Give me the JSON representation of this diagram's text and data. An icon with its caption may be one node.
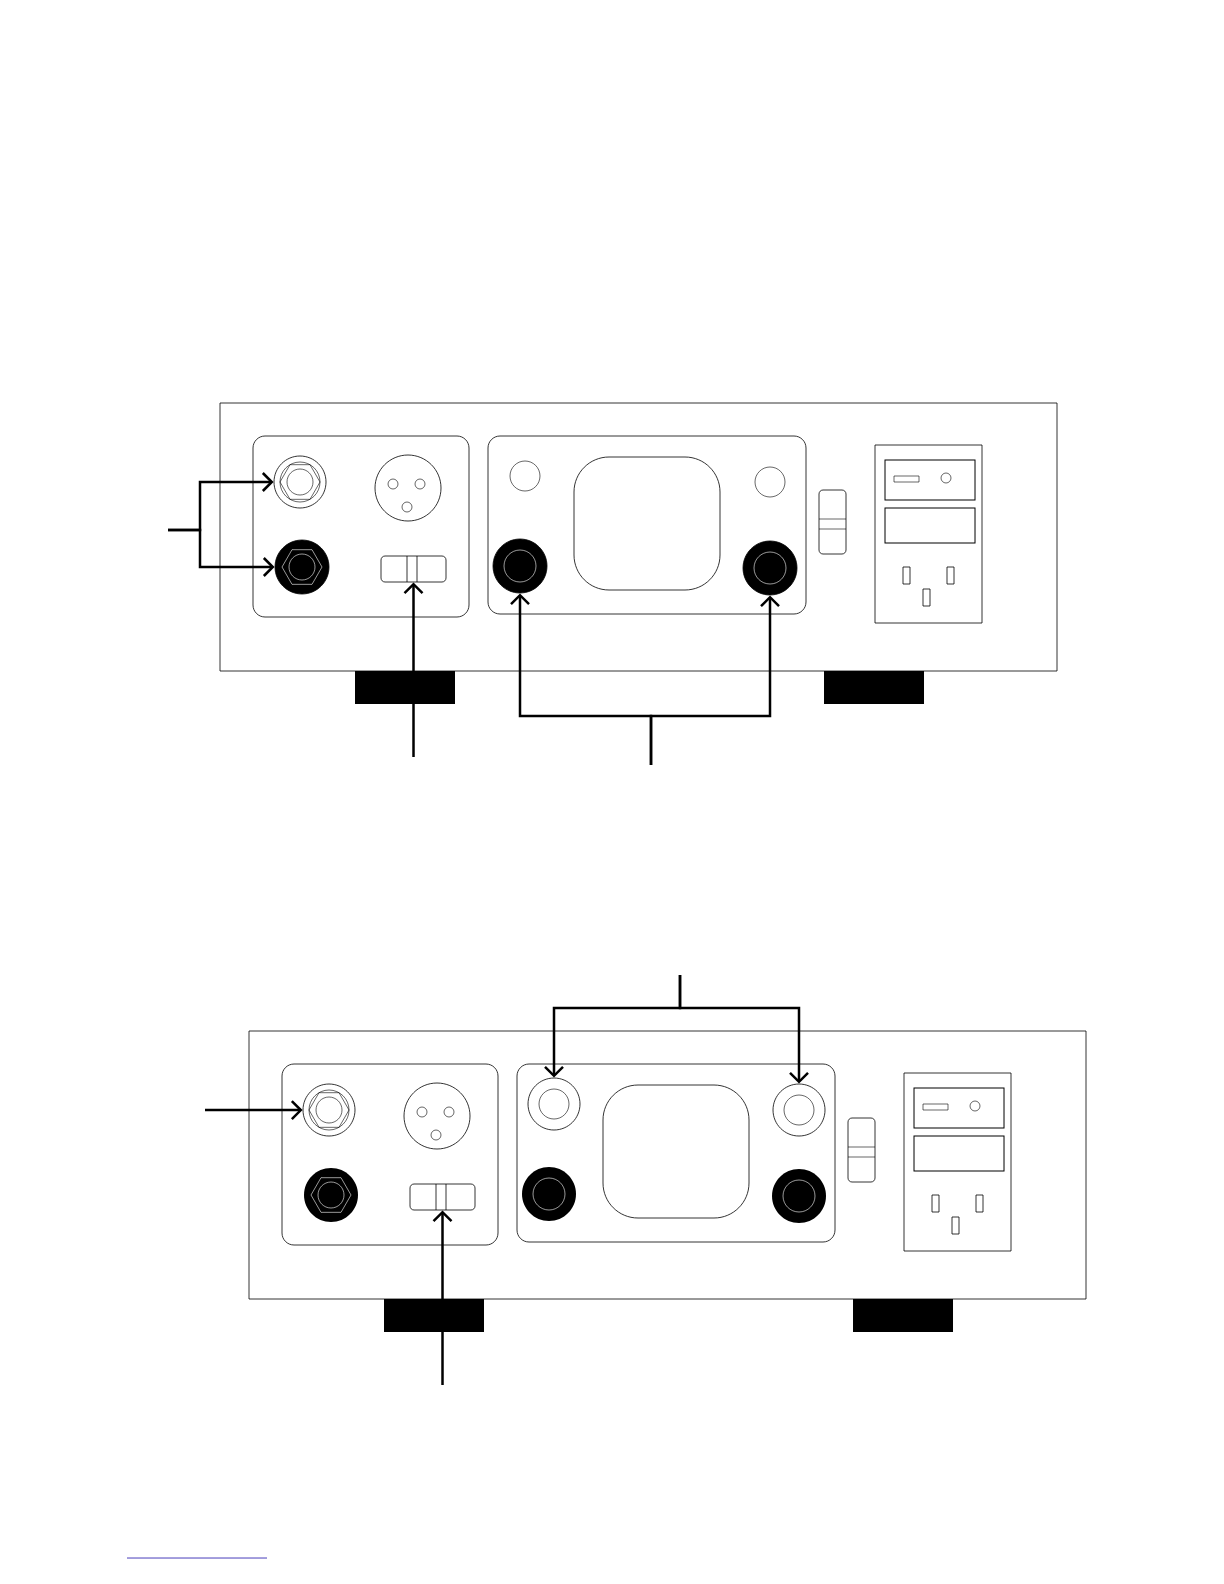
{
  "diagram": {
    "nodes": [
      {
        "text": [],
        "shape": "circle"
      },
      {
        "text": [],
        "shape": "circle"
      },
      {
        "text": [],
        "shape": "box"
      },
      {
        "text": [],
        "shape": "circle"
      },
      {
        "text": [],
        "shape": "circle"
      },
      {
        "text": [],
        "shape": "circle"
      },
      {
        "text": [],
        "shape": "circle"
      },
      {
        "text": [],
        "shape": "circle"
      },
      {
        "text": [],
        "shape": "box"
      }
    ],
    "edges": [
      {
        "from": null,
        "to": 0,
        "arrow": "to"
      },
      {
        "from": null,
        "to": 1,
        "arrow": "to"
      },
      {
        "from": null,
        "to": 2,
        "arrow": "to"
      },
      {
        "from": null,
        "to": 3,
        "arrow": "to"
      },
      {
        "from": null,
        "to": 4,
        "arrow": "to"
      },
      {
        "from": null,
        "to": 5,
        "arrow": "to"
      },
      {
        "from": null,
        "to": 6,
        "arrow": "to"
      },
      {
        "from": null,
        "to": 7,
        "arrow": "to"
      },
      {
        "from": null,
        "to": 8,
        "arrow": "to"
      }
    ]
  }
}
